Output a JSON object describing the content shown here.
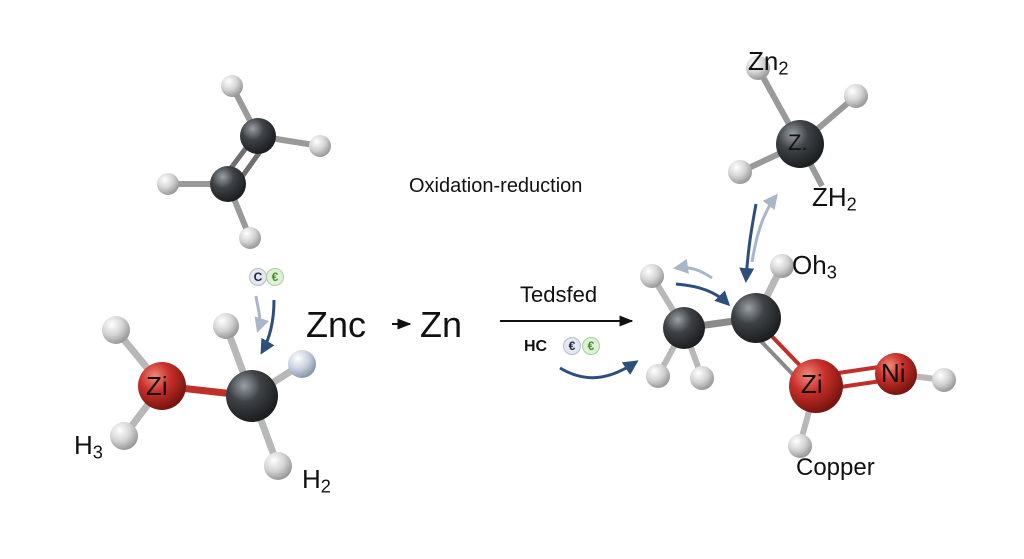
{
  "title": "Oxidation-reduction",
  "equation": {
    "left": "Znc",
    "arrow": "⇀",
    "right": "Zn"
  },
  "arrow_label": "Tedsfed",
  "mid_chips": {
    "prefix": "HC",
    "chip1": "€",
    "chip2": "€"
  },
  "top_chips": {
    "chip1": "C",
    "chip2": "€"
  },
  "left_molecule": {
    "zi_label": "Zi",
    "h3": {
      "text": "H",
      "sub": "3"
    },
    "h2": {
      "text": "H",
      "sub": "2"
    }
  },
  "top_right_molecule": {
    "zn2": {
      "text": "Zn",
      "sub": "2"
    },
    "center": "Z.",
    "zh2": {
      "text": "ZH",
      "sub": "2"
    }
  },
  "product_molecule": {
    "oh3": {
      "text": "Oh",
      "sub": "3"
    },
    "zi_label": "Zi",
    "ni_label": "Ni",
    "copper_label": "Copper"
  },
  "colors": {
    "carbon": "#3a3d40",
    "hydrogen": "#d9d9d9",
    "zinc_red": "#c0302a",
    "bond": "#8a8a8a",
    "arrow_blue": "#2c4f7c",
    "chip_blue": "#3b4a6b",
    "chip_green": "#4fa03a"
  }
}
